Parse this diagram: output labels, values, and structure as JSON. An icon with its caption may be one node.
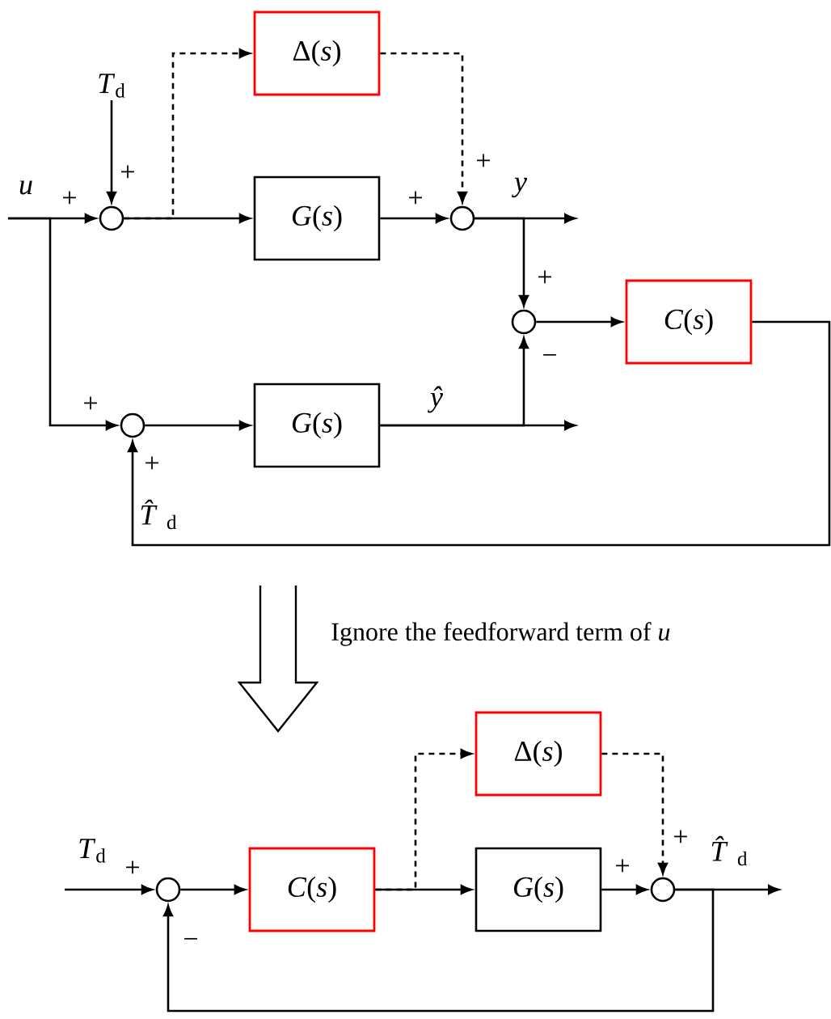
{
  "diagram": {
    "nodes": [
      {
        "text": [
          "Δ(*s*)"
        ]
      },
      {
        "text": [
          "*T*$_{d}$"
        ]
      },
      {
        "text": [],
        "shape": "circle"
      },
      {
        "text": [
          "*G*(*s*)"
        ]
      },
      {
        "text": [],
        "shape": "circle"
      },
      {
        "text": [],
        "shape": "circle"
      },
      {
        "text": [
          "*C*(*s*)"
        ]
      },
      {
        "text": [],
        "shape": "circle"
      },
      {
        "text": [
          "*G*(*s*)"
        ]
      },
      {
        "text": [
          "Δ(*s*)"
        ]
      },
      {
        "text": [],
        "shape": "circle"
      },
      {
        "text": [
          "*C*(*s*)"
        ]
      },
      {
        "text": [
          "*G*(*s*)"
        ]
      },
      {
        "text": [],
        "shape": "circle"
      }
    ],
    "edges": [
      {
        "from": null,
        "to": 2,
        "arrow": "to",
        "label": "*u*"
      },
      {
        "from": null,
        "to": 7,
        "arrow": "to"
      },
      {
        "from": 1,
        "to": 2,
        "arrow": "to"
      },
      {
        "from": 2,
        "to": 3,
        "arrow": "to"
      },
      {
        "from": 2,
        "to": 0,
        "arrow": "to",
        "style": "dashed"
      },
      {
        "from": 0,
        "to": 4,
        "arrow": "to",
        "style": "dashed"
      },
      {
        "from": 3,
        "to": 4,
        "arrow": "to"
      },
      {
        "from": 4,
        "to": null,
        "arrow": "to",
        "label": "*y*"
      },
      {
        "from": 4,
        "to": 5,
        "arrow": "to"
      },
      {
        "from": 5,
        "to": 6,
        "arrow": "to"
      },
      {
        "from": 7,
        "to": 8,
        "arrow": "to"
      },
      {
        "from": 8,
        "to": null,
        "arrow": "to",
        "label": "*ŷ*"
      },
      {
        "from": 8,
        "to": 5,
        "arrow": "to"
      },
      {
        "from": 6,
        "to": 7,
        "arrow": "to",
        "label": "*T̂*$_{d}$"
      },
      {
        "from": null,
        "to": 10,
        "arrow": "to",
        "label": "*T*$_{d}$"
      },
      {
        "from": 10,
        "to": 11,
        "arrow": "to"
      },
      {
        "from": 11,
        "to": 12,
        "arrow": "to"
      },
      {
        "from": 11,
        "to": 9,
        "arrow": "to",
        "style": "dashed"
      },
      {
        "from": 9,
        "to": 13,
        "arrow": "to",
        "style": "dashed"
      },
      {
        "from": 12,
        "to": 13,
        "arrow": "to"
      },
      {
        "from": 13,
        "to": null,
        "arrow": "to",
        "label": "*T̂*$_{d}$"
      },
      {
        "from": 13,
        "to": 10,
        "arrow": "to"
      }
    ],
    "labels": [
      "+",
      "+",
      "+",
      "+",
      "+",
      "−",
      "+",
      "+",
      "Ignore the feedforward term of *u*",
      "+",
      "+",
      "+",
      "−"
    ]
  }
}
